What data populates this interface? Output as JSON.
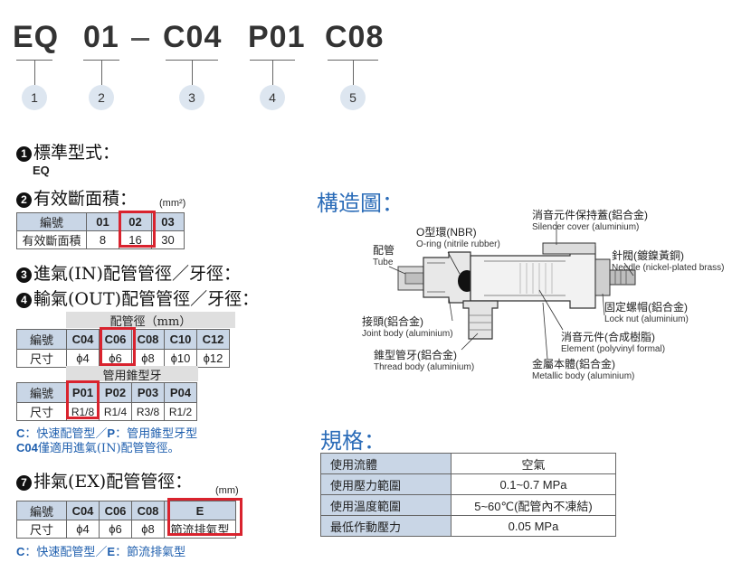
{
  "part_number": {
    "segments": [
      "EQ",
      "01",
      "C04",
      "P01",
      "C08"
    ],
    "separator": "–",
    "indices": [
      "1",
      "2",
      "3",
      "4",
      "5"
    ]
  },
  "section1": {
    "marker": "1",
    "title": "標準型式：",
    "value": "EQ"
  },
  "section2": {
    "marker": "2",
    "title": "有效斷面積：",
    "unit": "(mm²)",
    "headers": [
      "編號",
      "01",
      "02",
      "03"
    ],
    "row": [
      "有效斷面積",
      "8",
      "16",
      "30"
    ]
  },
  "section3": {
    "marker": "3",
    "title": "進氣(IN)配管管徑／牙徑："
  },
  "section4": {
    "marker": "4",
    "title": "輸氣(OUT)配管管徑／牙徑：",
    "pipe_caption": "配管徑（mm）",
    "pipe_headers": [
      "編號",
      "C04",
      "C06",
      "C08",
      "C10",
      "C12"
    ],
    "pipe_row": [
      "尺寸",
      "ϕ4",
      "ϕ6",
      "ϕ8",
      "ϕ10",
      "ϕ12"
    ],
    "thread_caption": "管用錐型牙",
    "thread_headers": [
      "編號",
      "P01",
      "P02",
      "P03",
      "P04"
    ],
    "thread_row": [
      "尺寸",
      "R1/8",
      "R1/4",
      "R3/8",
      "R1/2"
    ],
    "note_line1_a": "C",
    "note_line1_b": "：快速配管型／",
    "note_line1_c": "P",
    "note_line1_d": "：管用錐型牙型",
    "note_line2_a": "C04",
    "note_line2_b": "僅適用進氣(IN)配管管徑。"
  },
  "section7": {
    "marker": "7",
    "title": "排氣(EX)配管管徑：",
    "unit": "(mm)",
    "headers": [
      "編號",
      "C04",
      "C06",
      "C08",
      "E"
    ],
    "row": [
      "尺寸",
      "ϕ4",
      "ϕ6",
      "ϕ8",
      "節流排氣型"
    ],
    "note_a": "C",
    "note_b": "：快速配管型／",
    "note_c": "E",
    "note_d": "：節流排氣型"
  },
  "structure": {
    "title": "構造圖：",
    "labels": {
      "oring": {
        "zh": "O型環(NBR)",
        "en": "O-ring (nitrile rubber)"
      },
      "silencer_cover": {
        "zh": "消音元件保持蓋(鋁合金)",
        "en": "Silencer cover (aluminium)"
      },
      "tube": {
        "zh": "配管",
        "en": "Tube"
      },
      "needle": {
        "zh": "針閥(鍍鎳黃銅)",
        "en": "Needle (nickel-plated brass)"
      },
      "lock_nut": {
        "zh": "固定螺帽(鋁合金)",
        "en": "Lock nut (aluminium)"
      },
      "joint_body": {
        "zh": "接頭(鋁合金)",
        "en": "Joint body (aluminium)"
      },
      "element": {
        "zh": "消音元件(合成樹脂)",
        "en": "Element (polyvinyl formal)"
      },
      "thread_body": {
        "zh": "錐型管牙(鋁合金)",
        "en": "Thread body (aluminium)"
      },
      "metallic_body": {
        "zh": "金屬本體(鋁合金)",
        "en": "Metallic body (aluminium)"
      }
    }
  },
  "specs": {
    "title": "規格：",
    "rows": [
      {
        "key": "使用流體",
        "value": "空氣"
      },
      {
        "key": "使用壓力範圍",
        "value": "0.1~0.7 MPa"
      },
      {
        "key": "使用溫度範圍",
        "value": "5~60℃(配管內不凍結)"
      },
      {
        "key": "最低作動壓力",
        "value": "0.05 MPa"
      }
    ]
  },
  "colors": {
    "header_fill": "#c9d6e6",
    "highlight": "#d9232e",
    "note_text": "#1f5fae",
    "title_blue": "#2b6cb8"
  }
}
